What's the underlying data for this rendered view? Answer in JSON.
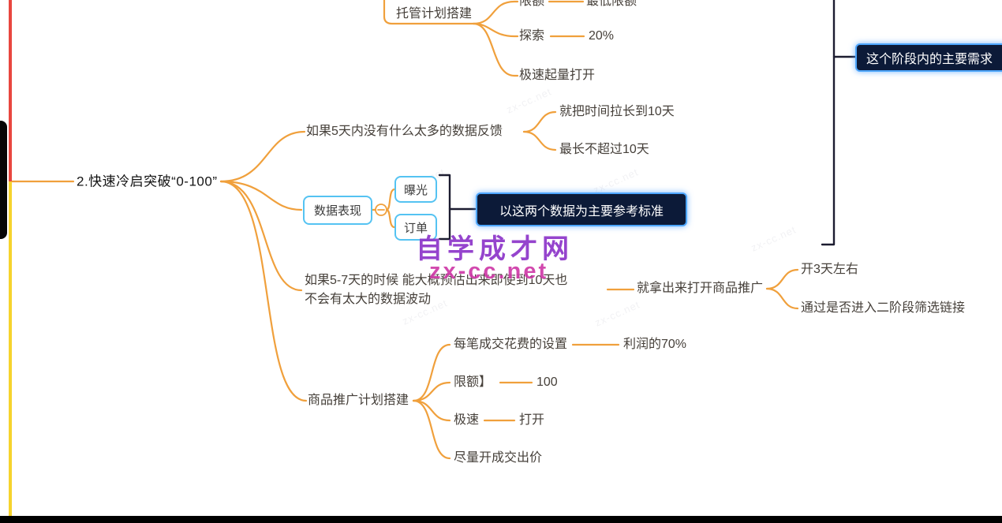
{
  "mindmap": {
    "main_topic": "2.快速冷启突破“0-100”",
    "hosting": {
      "label": "托管计划搭建",
      "limit": {
        "label": "限额",
        "value": "最低限额"
      },
      "explore": {
        "label": "探索",
        "value": "20%"
      },
      "quick_boost": "极速起量打开"
    },
    "feedback5d": {
      "label": "如果5天内没有什么太多的数据反馈",
      "extend": "就把时间拉长到10天",
      "max": "最长不超过10天"
    },
    "data_performance": {
      "label": "数据表现",
      "exposure": "曝光",
      "orders": "订单",
      "note": "以这两个数据为主要参考标准"
    },
    "predict57": {
      "line1": "如果5-7天的时候  能大概预估出来即使到10天也",
      "line2": "不会有太大的数据波动",
      "action": "就拿出来打开商品推广",
      "open3": "开3天左右",
      "stage2": "通过是否进入二阶段筛选链接"
    },
    "product_promotion": {
      "label": "商品推广计划搭建",
      "cost_per_order": {
        "label": "每笔成交花费的设置",
        "value": "利润的70%"
      },
      "limit": {
        "label": "限额】",
        "value": "100"
      },
      "speed": {
        "label": "极速",
        "value": "打开"
      },
      "bid": "尽量开成交出价"
    },
    "stage_summary": "这个阶段内的主要需求"
  },
  "watermark": {
    "title": "自学成才网",
    "site": "zx-cc.net"
  },
  "colors": {
    "branch": "#f0a03c",
    "blue_box_border": "#55c3f2",
    "dark_box_bg": "#0c1a38",
    "dark_box_border": "#4da6ff",
    "bracket_black": "#1c1c30",
    "strip_red": "#e8473f",
    "strip_yellow": "#f6d32d"
  }
}
